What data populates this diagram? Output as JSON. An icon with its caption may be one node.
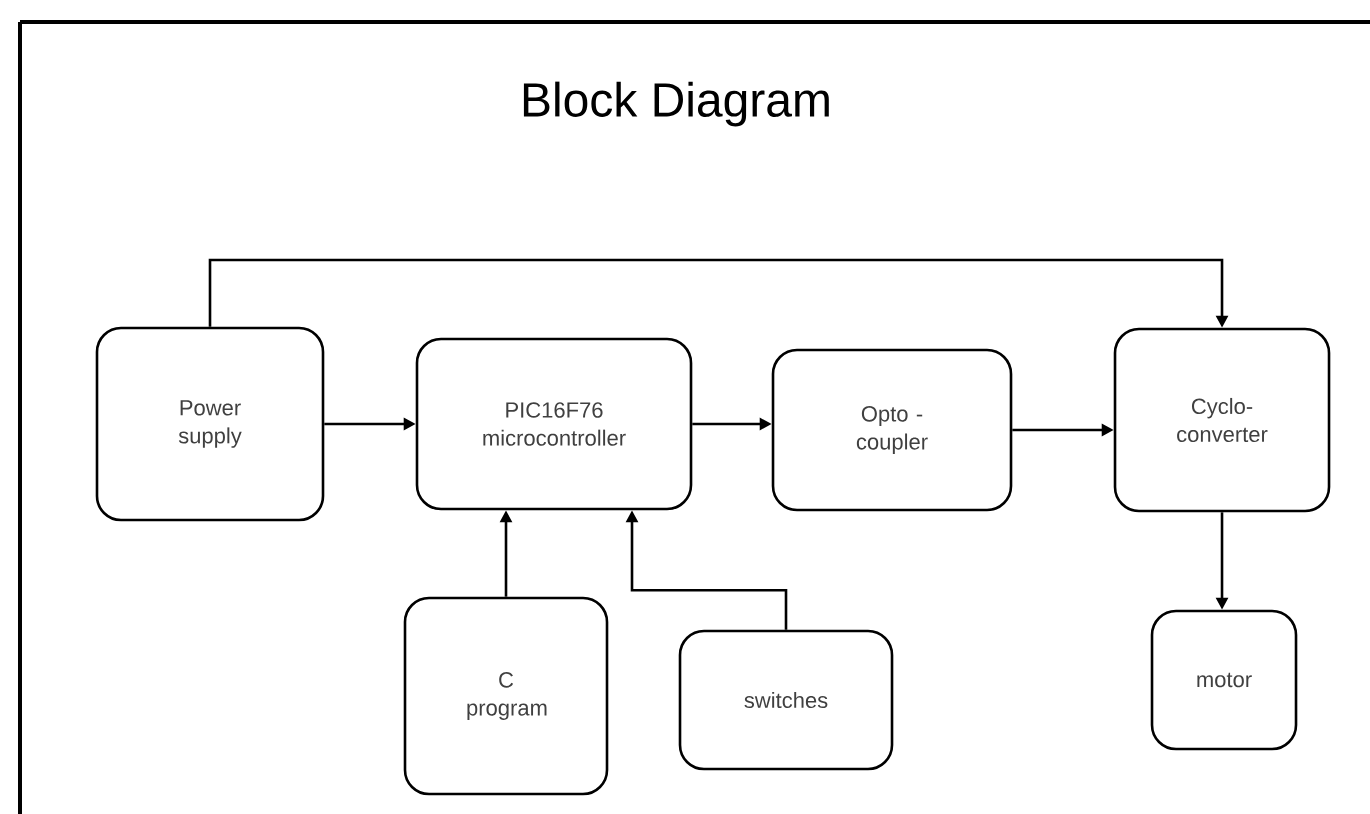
{
  "diagram": {
    "title": "Block Diagram",
    "nodes": [
      {
        "text": [
          "Power supply"
        ]
      },
      {
        "text": [
          "PIC16F76 microcontroller"
        ]
      },
      {
        "text": [
          "Opto - coupler"
        ]
      },
      {
        "text": [
          "Cyclo-converter"
        ]
      },
      {
        "text": [
          "C program"
        ]
      },
      {
        "text": [
          "switches"
        ]
      },
      {
        "text": [
          "motor"
        ]
      }
    ],
    "edges": [
      {
        "from": 0,
        "to": 1,
        "arrow": "to"
      },
      {
        "from": 1,
        "to": 2,
        "arrow": "to"
      },
      {
        "from": 2,
        "to": 3,
        "arrow": "to"
      },
      {
        "from": 0,
        "to": 3,
        "arrow": "to"
      },
      {
        "from": 4,
        "to": 1,
        "arrow": "to"
      },
      {
        "from": 5,
        "to": 1,
        "arrow": "to"
      },
      {
        "from": 3,
        "to": 6,
        "arrow": "to"
      }
    ]
  }
}
